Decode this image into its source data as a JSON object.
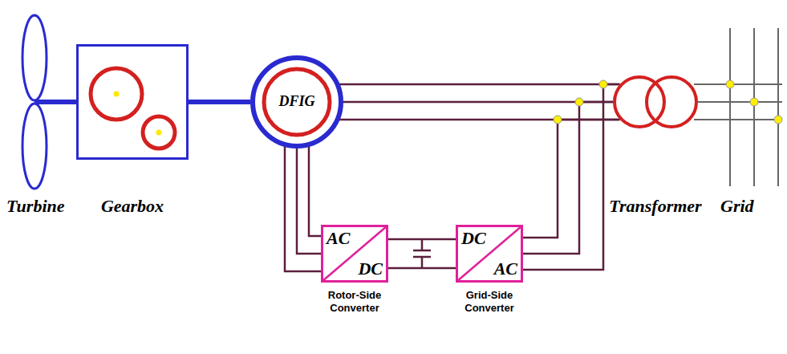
{
  "diagram": {
    "nodes": [
      {
        "text": [
          "Gearbox"
        ]
      },
      {
        "text": [
          "DFIG"
        ]
      },
      {
        "text": [
          "Transformer"
        ]
      },
      {
        "text": [
          "AC",
          "DC",
          "Rotor-Side Converter"
        ]
      },
      {
        "text": [
          "DC",
          "AC",
          "Grid-Side Converter"
        ]
      }
    ],
    "edges": [
      {
        "from": 0,
        "to": 1,
        "arrow": "none"
      },
      {
        "from": 1,
        "to": 2,
        "arrow": "none"
      },
      {
        "from": 1,
        "to": 3,
        "arrow": "none"
      },
      {
        "from": 3,
        "to": 4,
        "arrow": "none"
      },
      {
        "from": 4,
        "to": 2,
        "arrow": "none"
      }
    ],
    "labels": [
      "Turbine",
      "Grid"
    ]
  }
}
